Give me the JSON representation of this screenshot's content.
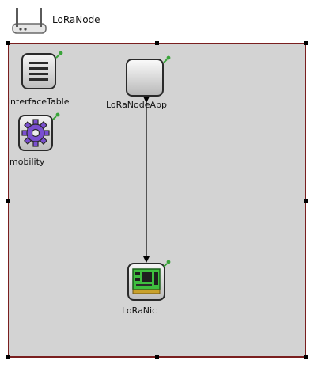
{
  "network": {
    "name": "LoRaNode",
    "icon": "router-icon"
  },
  "modules": [
    {
      "id": "interfaceTable",
      "label": "interfaceTable",
      "icon": "table-icon"
    },
    {
      "id": "mobility",
      "label": "mobility",
      "icon": "gear-icon"
    },
    {
      "id": "loRaNodeApp",
      "label": "LoRaNodeApp",
      "icon": "app-box-icon"
    },
    {
      "id": "loRaNic",
      "label": "LoRaNic",
      "icon": "nic-card-icon"
    }
  ],
  "connections": [
    {
      "from": "LoRaNodeApp",
      "to": "LoRaNic",
      "bidirectional": true
    }
  ],
  "colors": {
    "canvas_background": "#d3d3d3",
    "canvas_border": "#7a1f1f",
    "pin": "#3aa43a",
    "nic_board": "#3fbf3f"
  }
}
